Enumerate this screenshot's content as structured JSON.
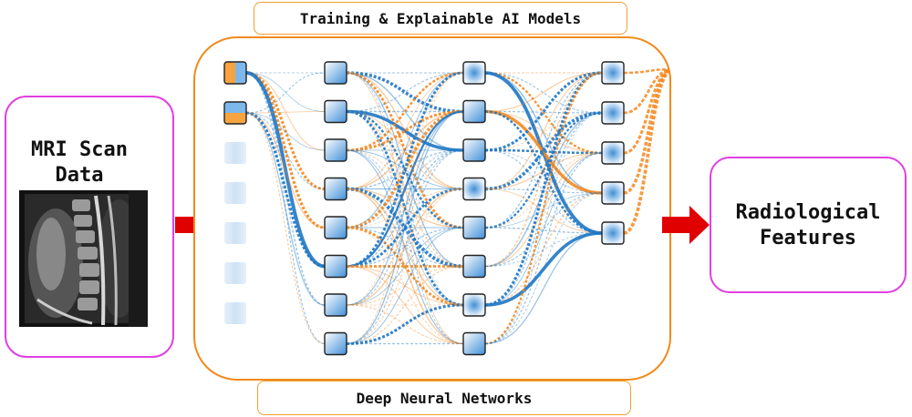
{
  "diagram": {
    "top_label": "Training & Explainable AI Models",
    "bottom_label": "Deep Neural Networks",
    "input": {
      "title_line1": "MRI Scan",
      "title_line2": "Data"
    },
    "output": {
      "title_line1": "Radiological",
      "title_line2": "Features"
    }
  },
  "network": {
    "layers": [
      7,
      8,
      8,
      5
    ],
    "active_inputs": 2
  },
  "colors": {
    "box_border": "#e040e0",
    "frame_border": "#f08a1c",
    "label_border": "#f0a030",
    "arrow": "#e00000",
    "blue_link": "#1f77c4",
    "orange_link": "#f5881f"
  }
}
